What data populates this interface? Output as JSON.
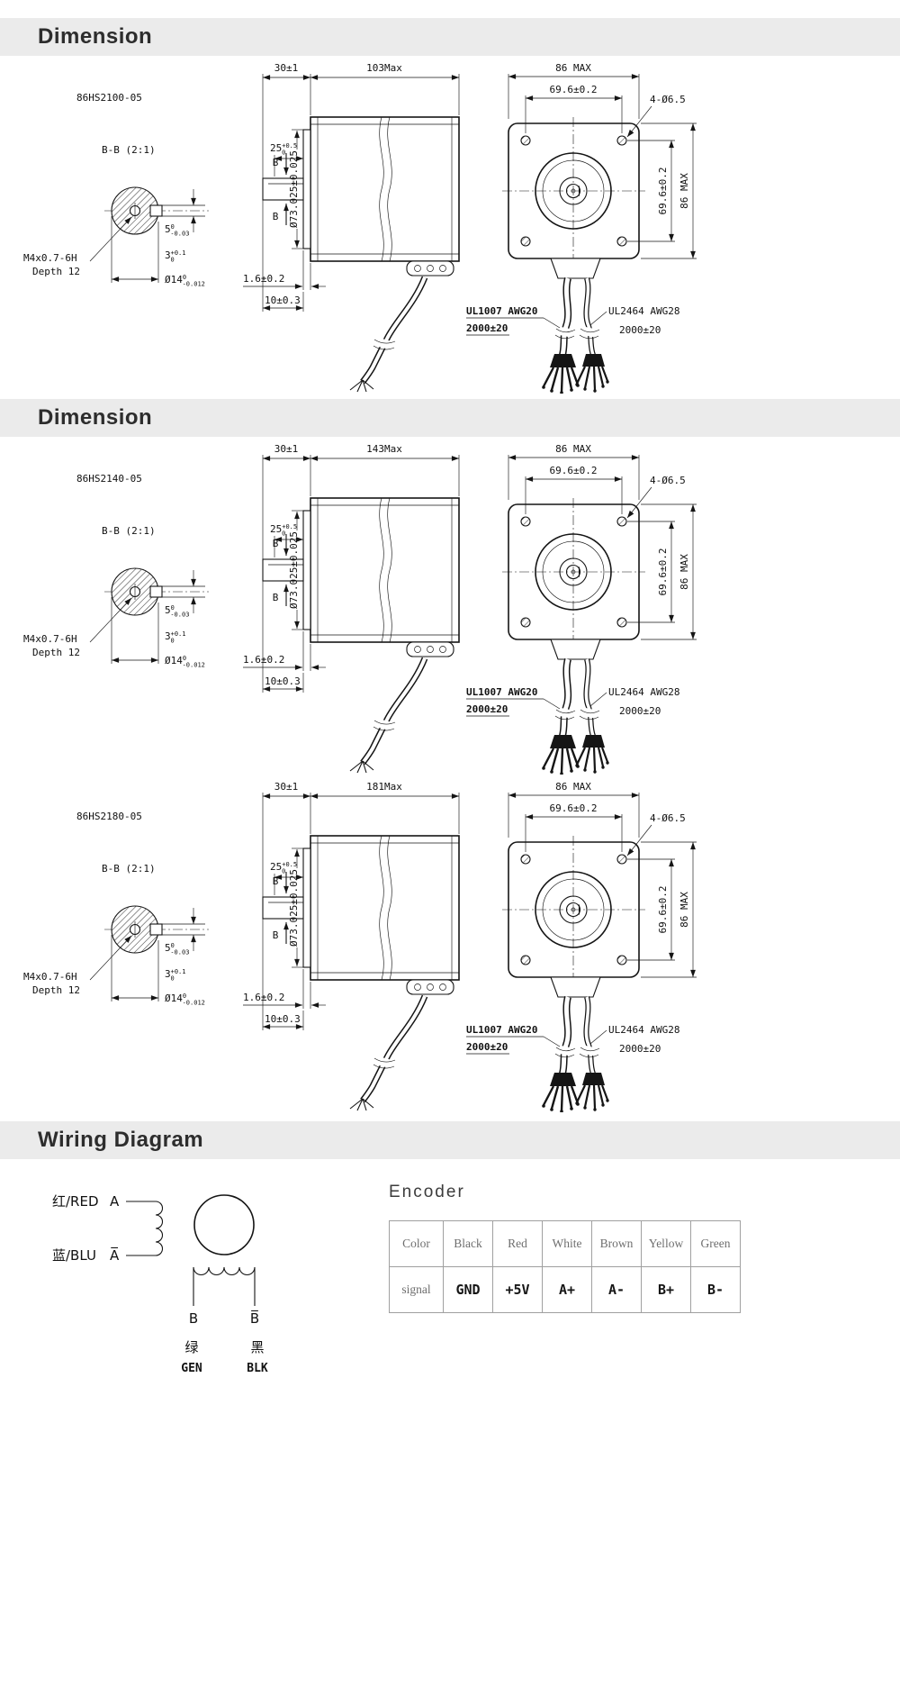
{
  "colors": {
    "header_bg": "#ebebeb",
    "ink": "#111111"
  },
  "headers": {
    "dimension1": "Dimension",
    "dimension2": "Dimension",
    "wiring": "Wiring Diagram"
  },
  "motors": [
    {
      "model": "86HS2100-05",
      "length": "103Max"
    },
    {
      "model": "86HS2140-05",
      "length": "143Max"
    },
    {
      "model": "86HS2180-05",
      "length": "181Max"
    }
  ],
  "dims": {
    "section_label": "B-B (2:1)",
    "shaft_length": "30±1",
    "flat_len_base": "25",
    "flat_len_up": "+0.5",
    "flat_len_dn": "0",
    "pilot_dia": "Ø73.025±0.025",
    "section_mark": "B",
    "boss_height": "1.6±0.2",
    "shaft_step": "10±0.3",
    "key_depth_base": "5",
    "key_depth_up": "0",
    "key_depth_dn": "-0.03",
    "key_width_base": "3",
    "key_width_up": "+0.1",
    "key_width_dn": "0",
    "shaft_dia_base": "Ø14",
    "shaft_dia_up": "0",
    "shaft_dia_dn": "-0.012",
    "tap_spec": "M4x0.7-6H",
    "tap_depth": "Depth 12",
    "width_max": "86 MAX",
    "hole_pitch_h": "69.6±0.2",
    "corner_holes": "4-Ø6.5",
    "hole_pitch_v": "69.6±0.2",
    "height_max": "86 MAX",
    "cable1_spec": "UL1007 AWG20",
    "cable1_len": "2000±20",
    "cable2_spec": "UL2464 AWG28",
    "cable2_len": "2000±20"
  },
  "wiring": {
    "red_label": "红/RED",
    "red_terminal": "A",
    "blue_label": "蓝/BLU",
    "blue_terminal": "A̅",
    "b_terminal": "B",
    "b_bar_terminal": "B̅",
    "green_cn": "绿",
    "green_en": "GEN",
    "black_cn": "黑",
    "black_en": "BLK"
  },
  "encoder": {
    "title": "Encoder",
    "rows": [
      [
        "Color",
        "Black",
        "Red",
        "White",
        "Brown",
        "Yellow",
        "Green"
      ],
      [
        "signal",
        "GND",
        "+5V",
        "A+",
        "A-",
        "B+",
        "B-"
      ]
    ]
  }
}
